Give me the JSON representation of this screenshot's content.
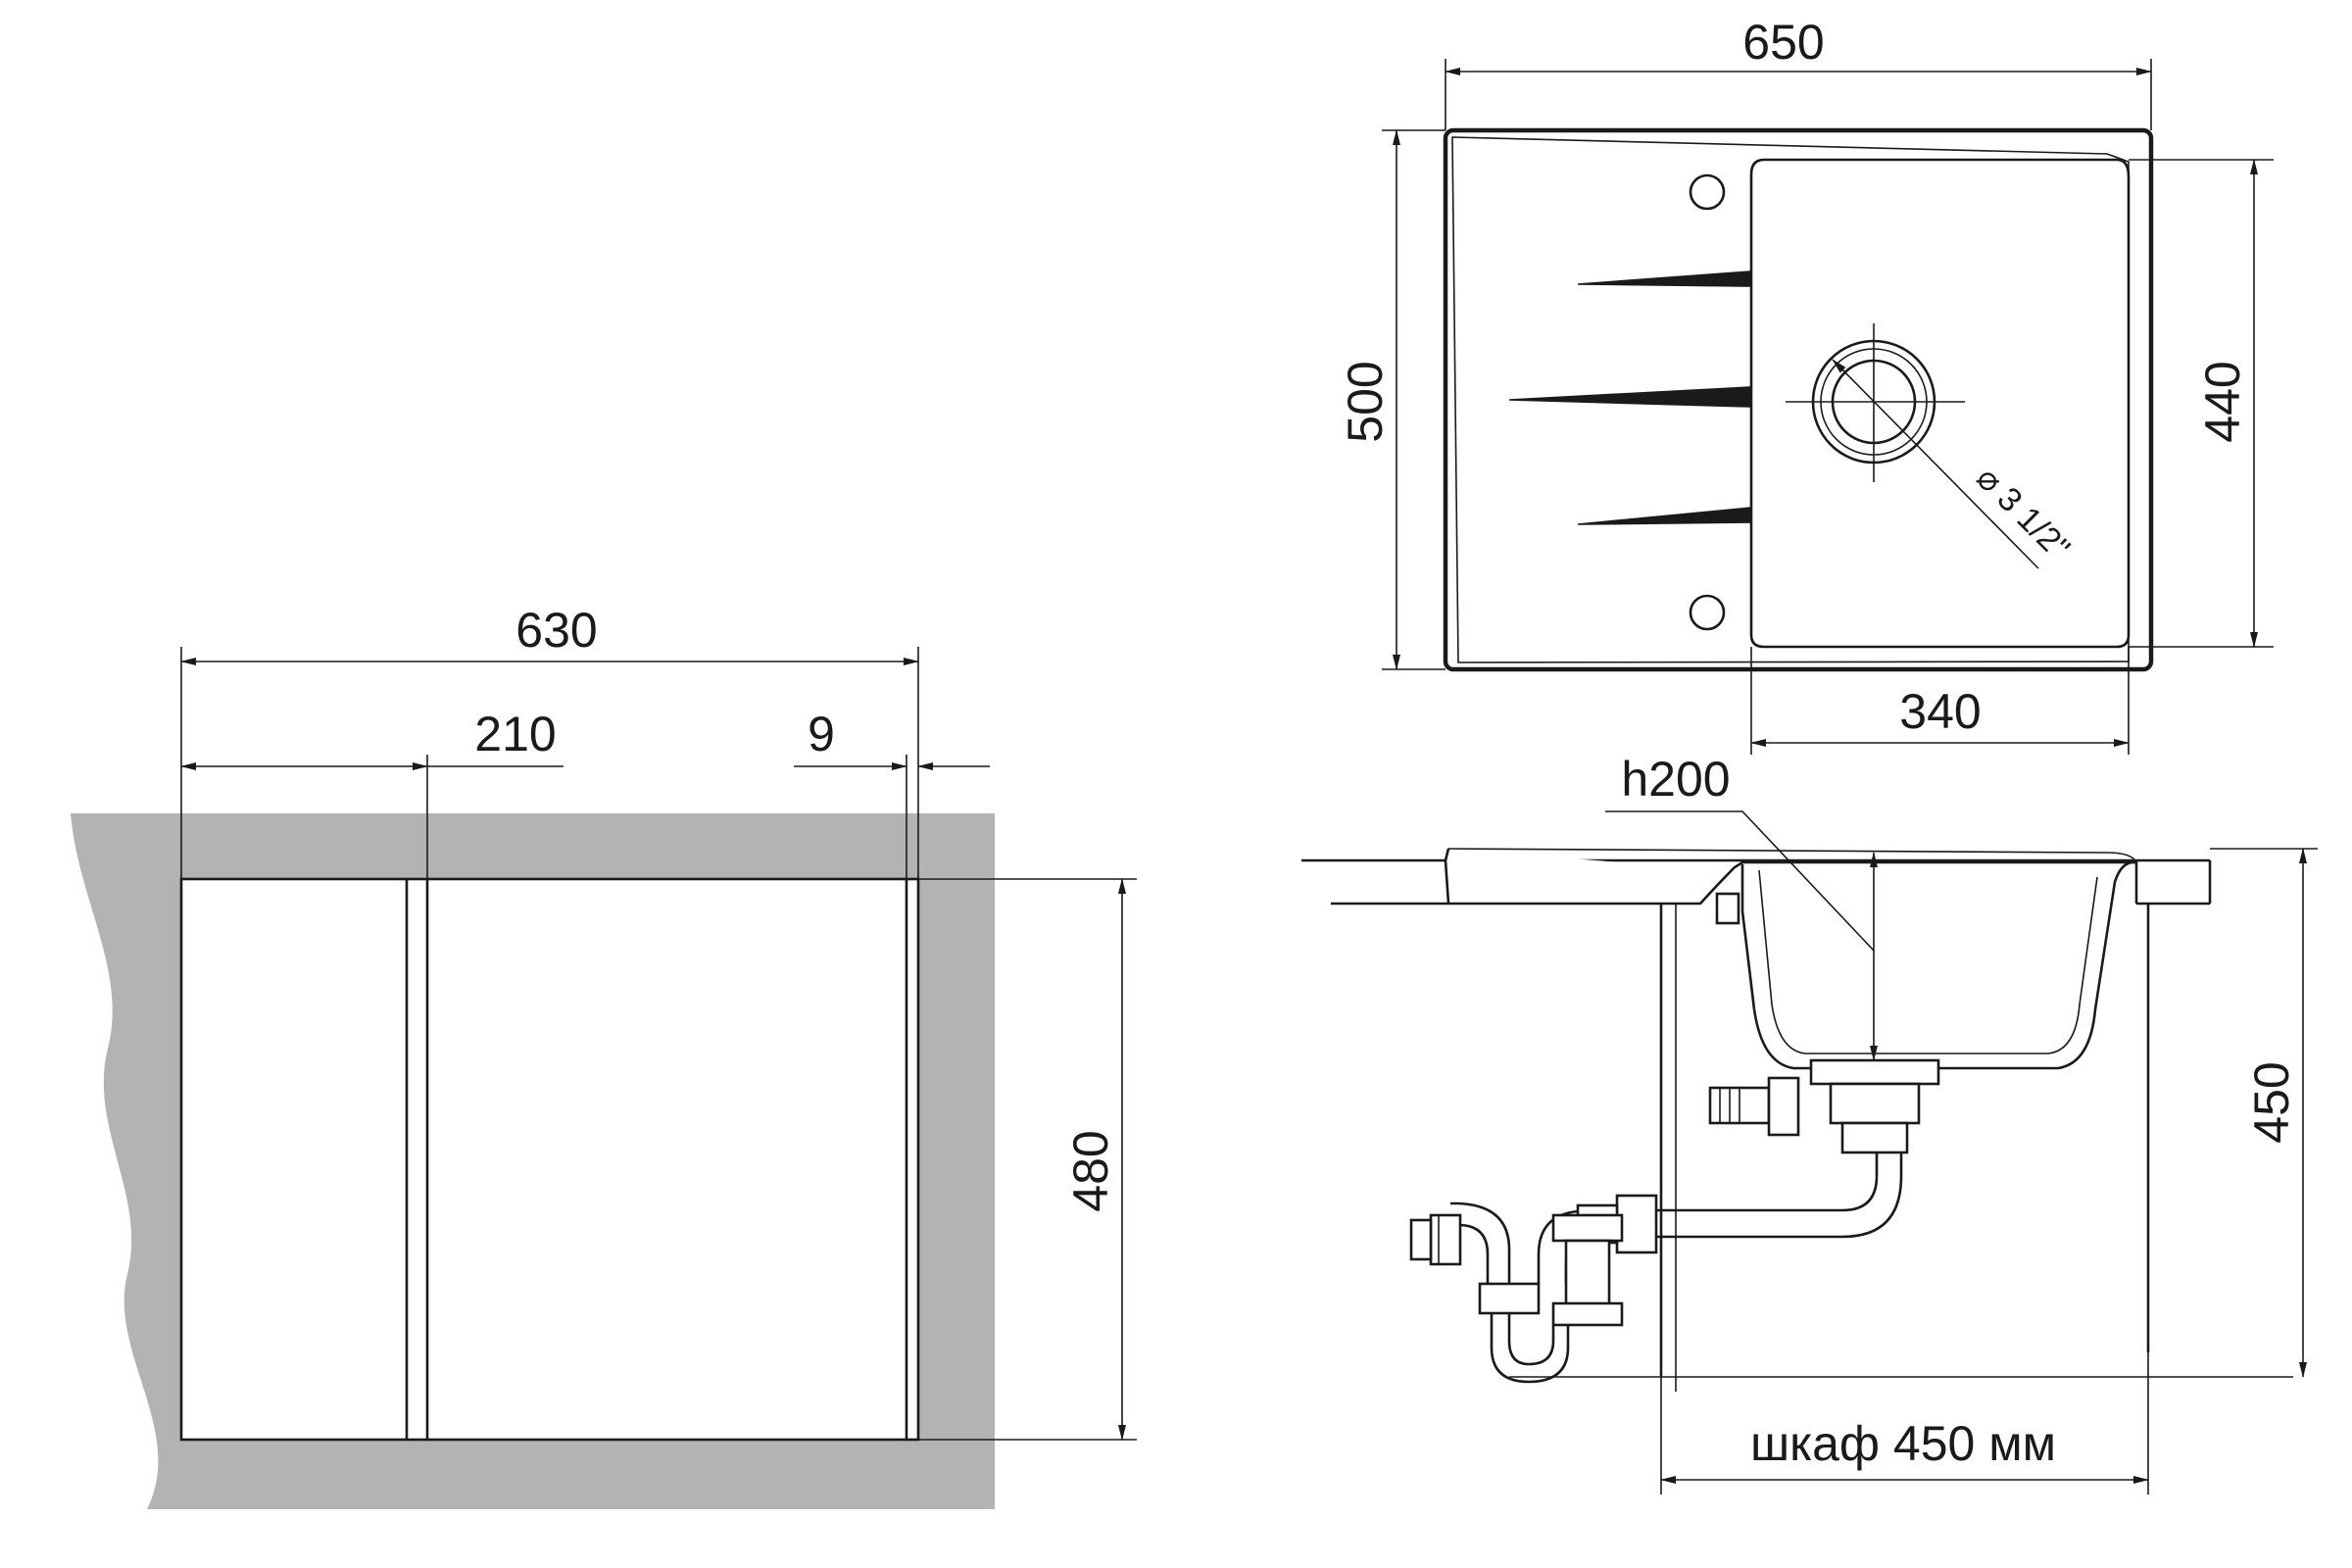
{
  "diagram": {
    "palette": {
      "line": "#1a1a1a",
      "countertop": "#b3b3b3",
      "background": "#ffffff"
    },
    "cutout_view": {
      "overall_width": "630",
      "left_section_width": "210",
      "edge_offset": "9",
      "depth": "480"
    },
    "top_view": {
      "sink_width": "650",
      "sink_depth": "500",
      "bowl_depth": "440",
      "bowl_width": "340",
      "drain_diameter": "⌀ 3 1/2\""
    },
    "side_view": {
      "bowl_height": "h200",
      "total_height": "450",
      "cabinet_label": "шкаф 450 мм"
    }
  }
}
